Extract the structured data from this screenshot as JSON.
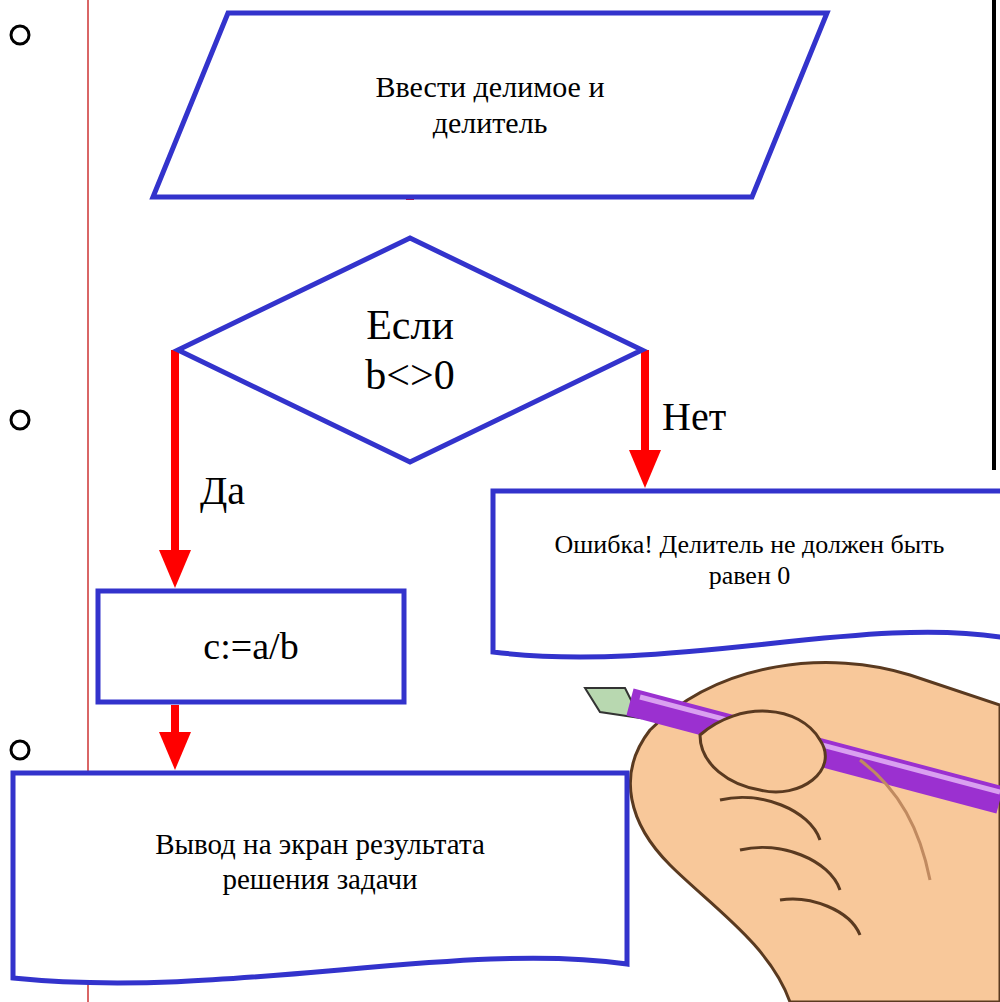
{
  "diagram": {
    "nodes": [
      {
        "text": [
          "Ввести делимое и делитель"
        ]
      },
      {
        "text": [
          "Если b<>0"
        ]
      },
      {
        "text": [
          "c:=a/b"
        ]
      },
      {
        "text": [
          "Ошибка! Делитель не должен быть равен 0"
        ]
      },
      {
        "text": [
          "Вывод на экран результата решения задачи"
        ]
      }
    ],
    "edges": [
      {
        "from": 0,
        "to": 1,
        "arrow": "to"
      },
      {
        "from": 1,
        "to": 2,
        "label": "Да",
        "arrow": "to"
      },
      {
        "from": 1,
        "to": 3,
        "label": "Нет",
        "arrow": "to"
      },
      {
        "from": 2,
        "to": 4,
        "arrow": "to"
      }
    ]
  }
}
